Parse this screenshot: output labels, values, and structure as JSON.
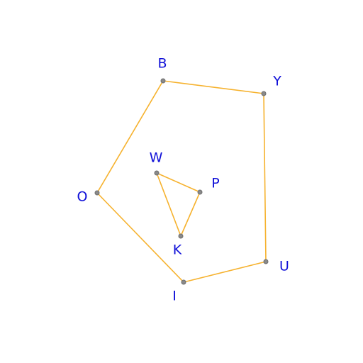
{
  "colors": {
    "edge": "#F6B22E",
    "vertex_fill": "#8A8A8A",
    "vertex_stroke": "#6E6E6E",
    "label": "#1010D8"
  },
  "shapes": [
    {
      "name": "outer-polygon",
      "vertices": [
        "B",
        "Y",
        "U",
        "I",
        "O"
      ]
    },
    {
      "name": "inner-triangle",
      "vertices": [
        "W",
        "P",
        "K"
      ]
    }
  ],
  "points": {
    "B": "B",
    "Y": "Y",
    "U": "U",
    "I": "I",
    "O": "O",
    "W": "W",
    "P": "P",
    "K": "K"
  }
}
